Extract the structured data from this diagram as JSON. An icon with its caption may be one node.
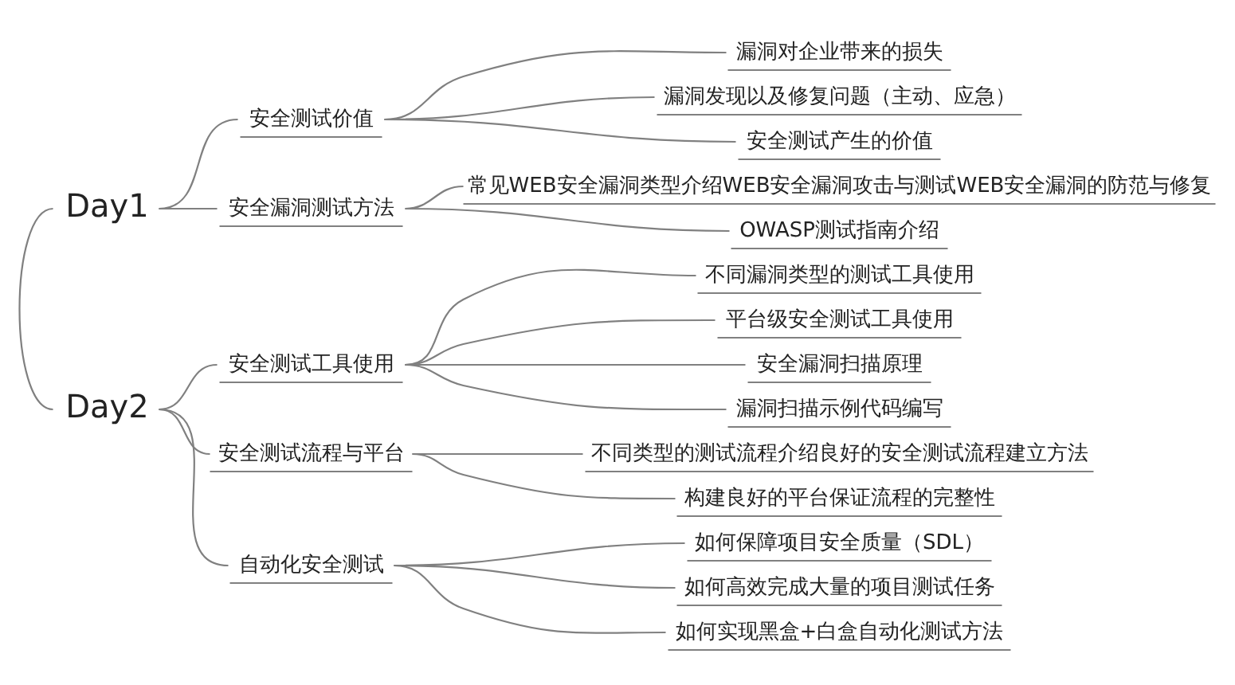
{
  "diagram": {
    "nodes": [
      {
        "text": [
          "Day1"
        ]
      },
      {
        "text": [
          "安全测试价值"
        ]
      },
      {
        "text": [
          "漏洞对企业带来的损失"
        ]
      },
      {
        "text": [
          "漏洞发现以及修复问题（主动、应急）"
        ]
      },
      {
        "text": [
          "安全测试产生的价值"
        ]
      },
      {
        "text": [
          "安全漏洞测试方法"
        ]
      },
      {
        "text": [
          "常见WEB安全漏洞类型介绍WEB安全漏洞攻击与测试WEB安全漏洞的防范与修复"
        ]
      },
      {
        "text": [
          "OWASP测试指南介绍"
        ]
      },
      {
        "text": [
          "Day2"
        ]
      },
      {
        "text": [
          "安全测试工具使用"
        ]
      },
      {
        "text": [
          "不同漏洞类型的测试工具使用"
        ]
      },
      {
        "text": [
          "平台级安全测试工具使用"
        ]
      },
      {
        "text": [
          "安全漏洞扫描原理"
        ]
      },
      {
        "text": [
          "漏洞扫描示例代码编写"
        ]
      },
      {
        "text": [
          "安全测试流程与平台"
        ]
      },
      {
        "text": [
          "不同类型的测试流程介绍良好的安全测试流程建立方法"
        ]
      },
      {
        "text": [
          "构建良好的平台保证流程的完整性"
        ]
      },
      {
        "text": [
          "自动化安全测试"
        ]
      },
      {
        "text": [
          "如何保障项目安全质量（SDL）"
        ]
      },
      {
        "text": [
          "如何高效完成大量的项目测试任务"
        ]
      },
      {
        "text": [
          "如何实现黑盒+白盒自动化测试方法"
        ]
      }
    ],
    "edges": [
      {
        "from": 0,
        "to": 8,
        "arrow": "none"
      },
      {
        "from": 0,
        "to": 1,
        "arrow": "none"
      },
      {
        "from": 0,
        "to": 5,
        "arrow": "none"
      },
      {
        "from": 1,
        "to": 2,
        "arrow": "none"
      },
      {
        "from": 1,
        "to": 3,
        "arrow": "none"
      },
      {
        "from": 1,
        "to": 4,
        "arrow": "none"
      },
      {
        "from": 5,
        "to": 6,
        "arrow": "none"
      },
      {
        "from": 5,
        "to": 7,
        "arrow": "none"
      },
      {
        "from": 8,
        "to": 9,
        "arrow": "none"
      },
      {
        "from": 8,
        "to": 14,
        "arrow": "none"
      },
      {
        "from": 8,
        "to": 17,
        "arrow": "none"
      },
      {
        "from": 9,
        "to": 10,
        "arrow": "none"
      },
      {
        "from": 9,
        "to": 11,
        "arrow": "none"
      },
      {
        "from": 9,
        "to": 12,
        "arrow": "none"
      },
      {
        "from": 9,
        "to": 13,
        "arrow": "none"
      },
      {
        "from": 14,
        "to": 15,
        "arrow": "none"
      },
      {
        "from": 14,
        "to": 16,
        "arrow": "none"
      },
      {
        "from": 17,
        "to": 18,
        "arrow": "none"
      },
      {
        "from": 17,
        "to": 19,
        "arrow": "none"
      },
      {
        "from": 17,
        "to": 20,
        "arrow": "none"
      }
    ]
  }
}
